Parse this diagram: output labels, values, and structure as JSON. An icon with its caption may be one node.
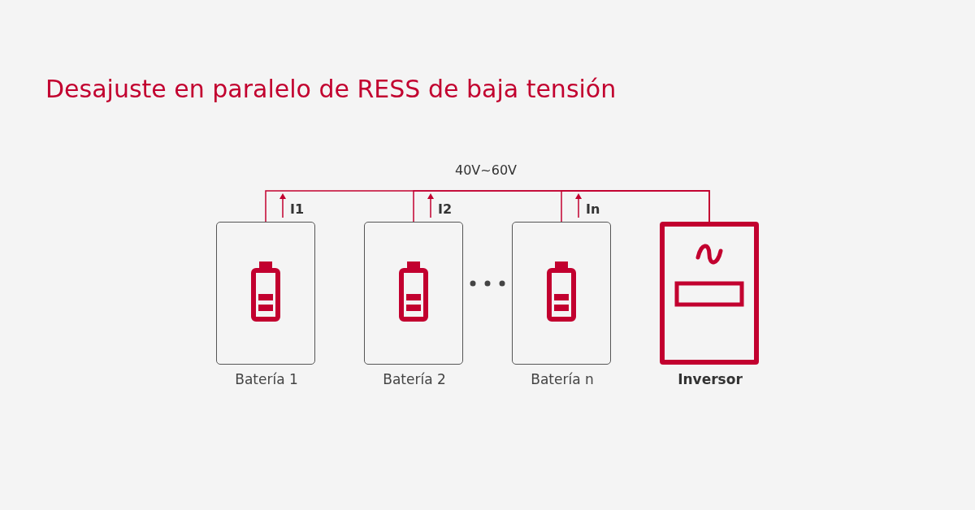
{
  "diagram": {
    "title": "Desajuste en paralelo de RESS de baja tensión",
    "nodes": [
      {
        "text": [
          "Batería 1"
        ]
      },
      {
        "text": [
          "Batería 2"
        ]
      },
      {
        "text": [
          "Batería n"
        ]
      },
      {
        "text": [
          "Inversor"
        ]
      }
    ],
    "edges": [
      {
        "from": 0,
        "to": 3,
        "arrow": "none"
      },
      {
        "from": 1,
        "to": 3,
        "arrow": "none"
      },
      {
        "from": 2,
        "to": 3,
        "arrow": "none"
      }
    ],
    "labels": [
      "40V~60V",
      "I1",
      "I2",
      "In"
    ]
  }
}
